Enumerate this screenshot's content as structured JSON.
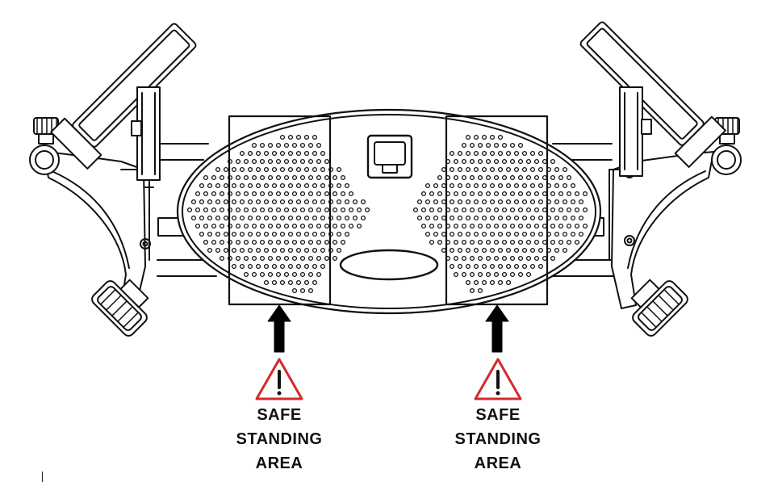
{
  "diagram": {
    "zones": [
      {
        "id": "left",
        "lines": [
          "SAFE",
          "STANDING",
          "AREA"
        ]
      },
      {
        "id": "right",
        "lines": [
          "SAFE",
          "STANDING",
          "AREA"
        ]
      }
    ],
    "icons": [
      "warning-triangle-icon",
      "up-arrow-icon",
      "display-console-icon"
    ],
    "colors": {
      "warning": "#d4282c",
      "stroke": "#111111",
      "background": "#ffffff"
    }
  }
}
